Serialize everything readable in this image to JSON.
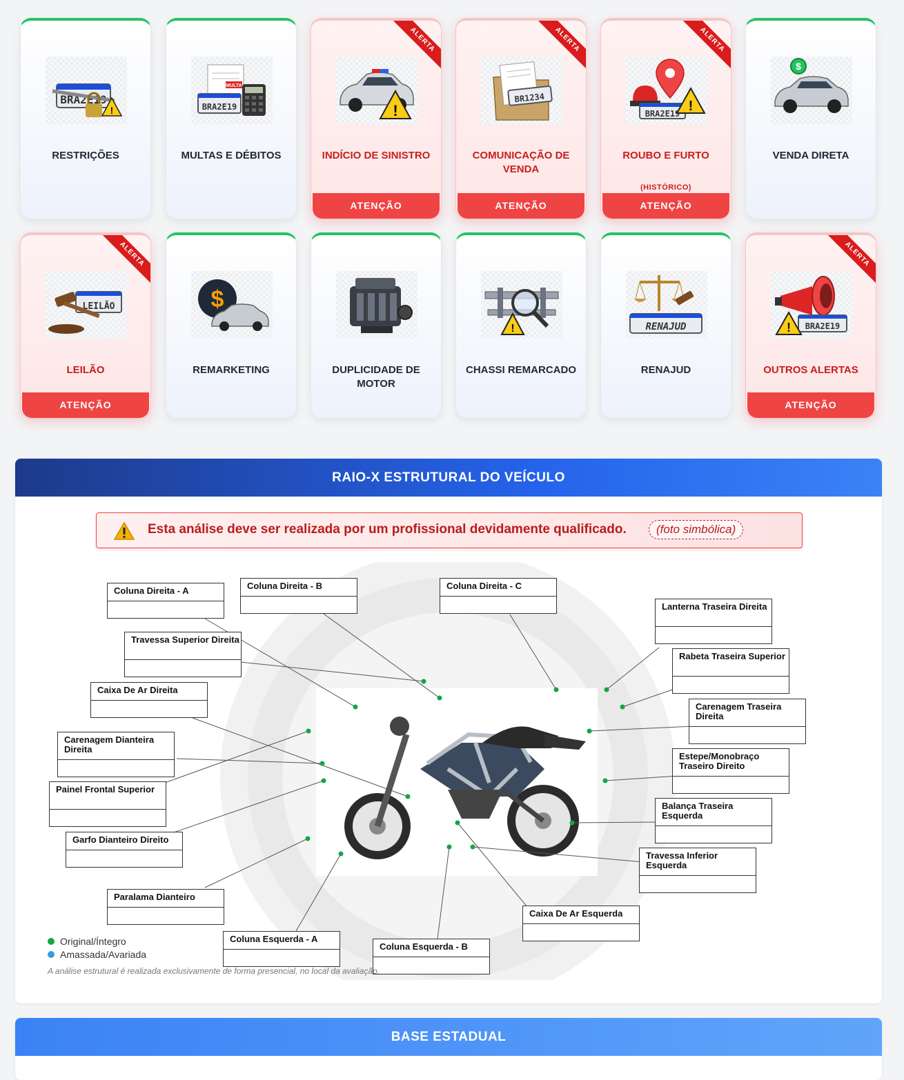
{
  "cards_row1": [
    {
      "title": "RESTRIÇÕES",
      "status": "ok",
      "plate": "BRA2E19",
      "icon": "locked-plate-icon"
    },
    {
      "title": "MULTAS E DÉBITOS",
      "status": "ok",
      "plate": "BRA2E19",
      "stamp": "MULTA",
      "icon": "fines-calculator-icon"
    },
    {
      "title": "INDÍCIO DE SINISTRO",
      "status": "alert",
      "ribbon": "ALERTA",
      "attention": "ATENÇÃO",
      "icon": "police-car-warning-icon"
    },
    {
      "title": "COMUNICAÇÃO DE VENDA",
      "status": "alert",
      "ribbon": "ALERTA",
      "attention": "ATENÇÃO",
      "plate": "BR1234",
      "icon": "sale-folder-icon"
    },
    {
      "title": "ROUBO E FURTO",
      "subtitle": "(HISTÓRICO)",
      "status": "alert",
      "ribbon": "ALERTA",
      "attention": "ATENÇÃO",
      "plate": "BRA2E19",
      "icon": "siren-pin-icon"
    },
    {
      "title": "VENDA DIRETA",
      "status": "ok",
      "icon": "car-dollar-icon"
    }
  ],
  "cards_row2": [
    {
      "title": "LEILÃO",
      "status": "alert",
      "ribbon": "ALERTA",
      "attention": "ATENÇÃO",
      "plate": "LEILÃO",
      "icon": "gavel-plate-icon"
    },
    {
      "title": "REMARKETING",
      "status": "ok",
      "icon": "dollar-car-icon"
    },
    {
      "title": "DUPLICIDADE DE MOTOR",
      "status": "ok",
      "icon": "engine-icon"
    },
    {
      "title": "CHASSI REMARCADO",
      "status": "ok",
      "icon": "chassis-magnifier-icon"
    },
    {
      "title": "RENAJUD",
      "status": "ok",
      "plate": "RENAJUD",
      "icon": "justice-scale-icon"
    },
    {
      "title": "OUTROS ALERTAS",
      "status": "alert",
      "ribbon": "ALERTA",
      "attention": "ATENÇÃO",
      "plate": "BRA2E19",
      "icon": "megaphone-icon"
    }
  ],
  "raiox": {
    "title": "RAIO-X ESTRUTURAL DO VEÍCULO",
    "warning": "Esta análise deve ser realizada por um profissional devidamente qualificado.",
    "photo_note": "(foto simbólica)",
    "legend": [
      {
        "label": "Original/Íntegro",
        "color": "#16a34a"
      },
      {
        "label": "Amassada/Avariada",
        "color": "#3b9be0"
      }
    ],
    "footnote": "A análise estrutural é realizada exclusivamente de forma presencial, no local da avaliação.",
    "parts": [
      "Coluna Direita - A",
      "Coluna Direita - B",
      "Coluna Direita - C",
      "Lanterna Traseira Direita",
      "Travessa Superior Direita",
      "Rabeta Traseira Superior",
      "Caixa De Ar Direita",
      "Carenagem Traseira Direita",
      "Carenagem Dianteira Direita",
      "Estepe/Monobraço Traseiro Direito",
      "Painel Frontal Superior",
      "Balança Traseira Esquerda",
      "Garfo Dianteiro Direito",
      "Travessa Inferior Esquerda",
      "Paralama Dianteiro",
      "Caixa De Ar Esquerda",
      "Coluna Esquerda - A",
      "Coluna Esquerda - B"
    ]
  },
  "base_estadual": {
    "title": "BASE ESTADUAL"
  }
}
